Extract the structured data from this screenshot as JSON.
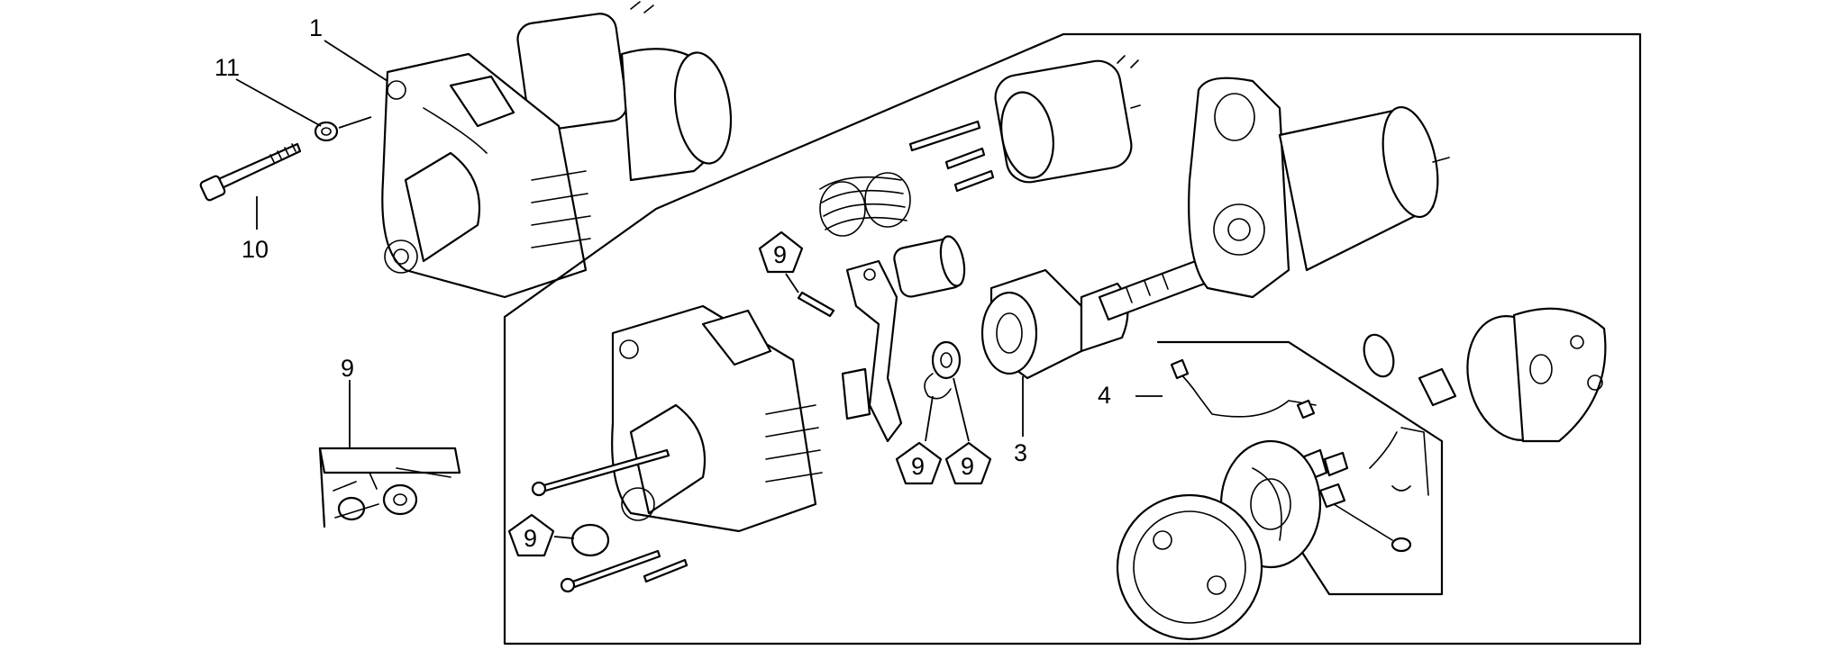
{
  "diagram": {
    "callouts": [
      {
        "id": "c1",
        "label": "1"
      },
      {
        "id": "c11",
        "label": "11"
      },
      {
        "id": "c10",
        "label": "10"
      },
      {
        "id": "c9a",
        "label": "9"
      },
      {
        "id": "c4",
        "label": "4"
      },
      {
        "id": "c3",
        "label": "3"
      },
      {
        "id": "c9b",
        "label": "9"
      },
      {
        "id": "c9c",
        "label": "9"
      },
      {
        "id": "c9d",
        "label": "9"
      },
      {
        "id": "c9e",
        "label": "9"
      }
    ]
  },
  "colors": {
    "line": "#000000",
    "background": "#ffffff"
  }
}
